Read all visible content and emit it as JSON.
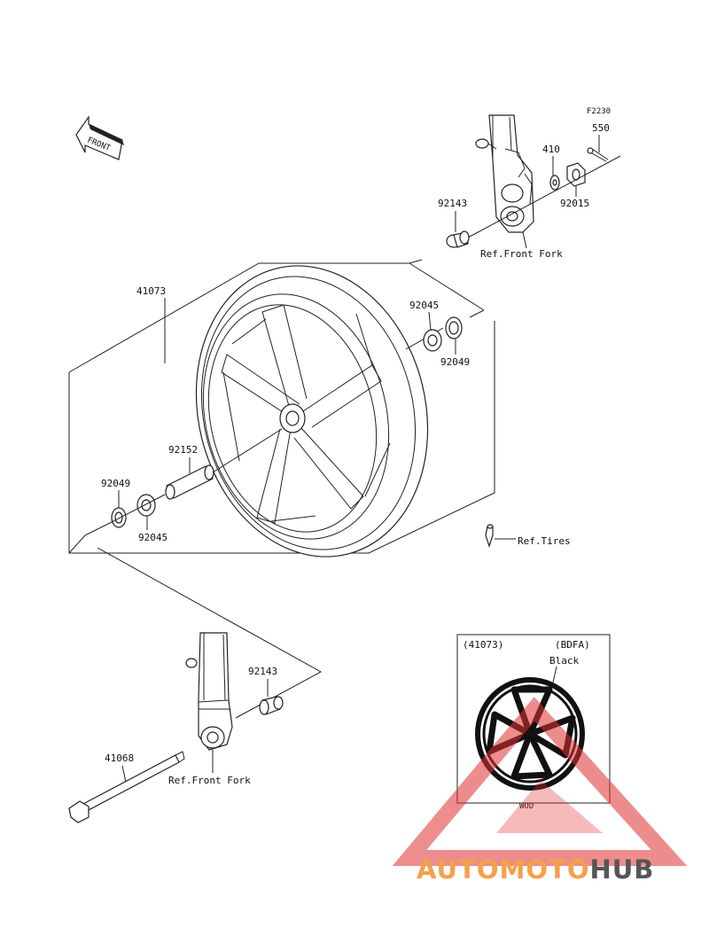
{
  "diagram": {
    "code": "F2230",
    "front_arrow": "FRONT",
    "labels": {
      "p550": "550",
      "p410": "410",
      "p92015": "92015",
      "p92143_top": "92143",
      "ref_fork_top": "Ref.Front Fork",
      "p41073": "41073",
      "p92045_right": "92045",
      "p92049_right": "92049",
      "p92152": "92152",
      "p92049_left": "92049",
      "p92045_left": "92045",
      "ref_tires": "Ref.Tires",
      "p92143_bottom": "92143",
      "p41068": "41068",
      "ref_fork_bottom": "Ref.Front Fork"
    },
    "inset": {
      "part": "(41073)",
      "variant": "(BDFA)",
      "color": "Black",
      "code": "WOD"
    }
  },
  "watermark": {
    "part1": "AUTOMOTO",
    "part2": "HUB",
    "color1": "#f5a04a",
    "color2": "#555555",
    "triangle_color": "#e03030"
  }
}
